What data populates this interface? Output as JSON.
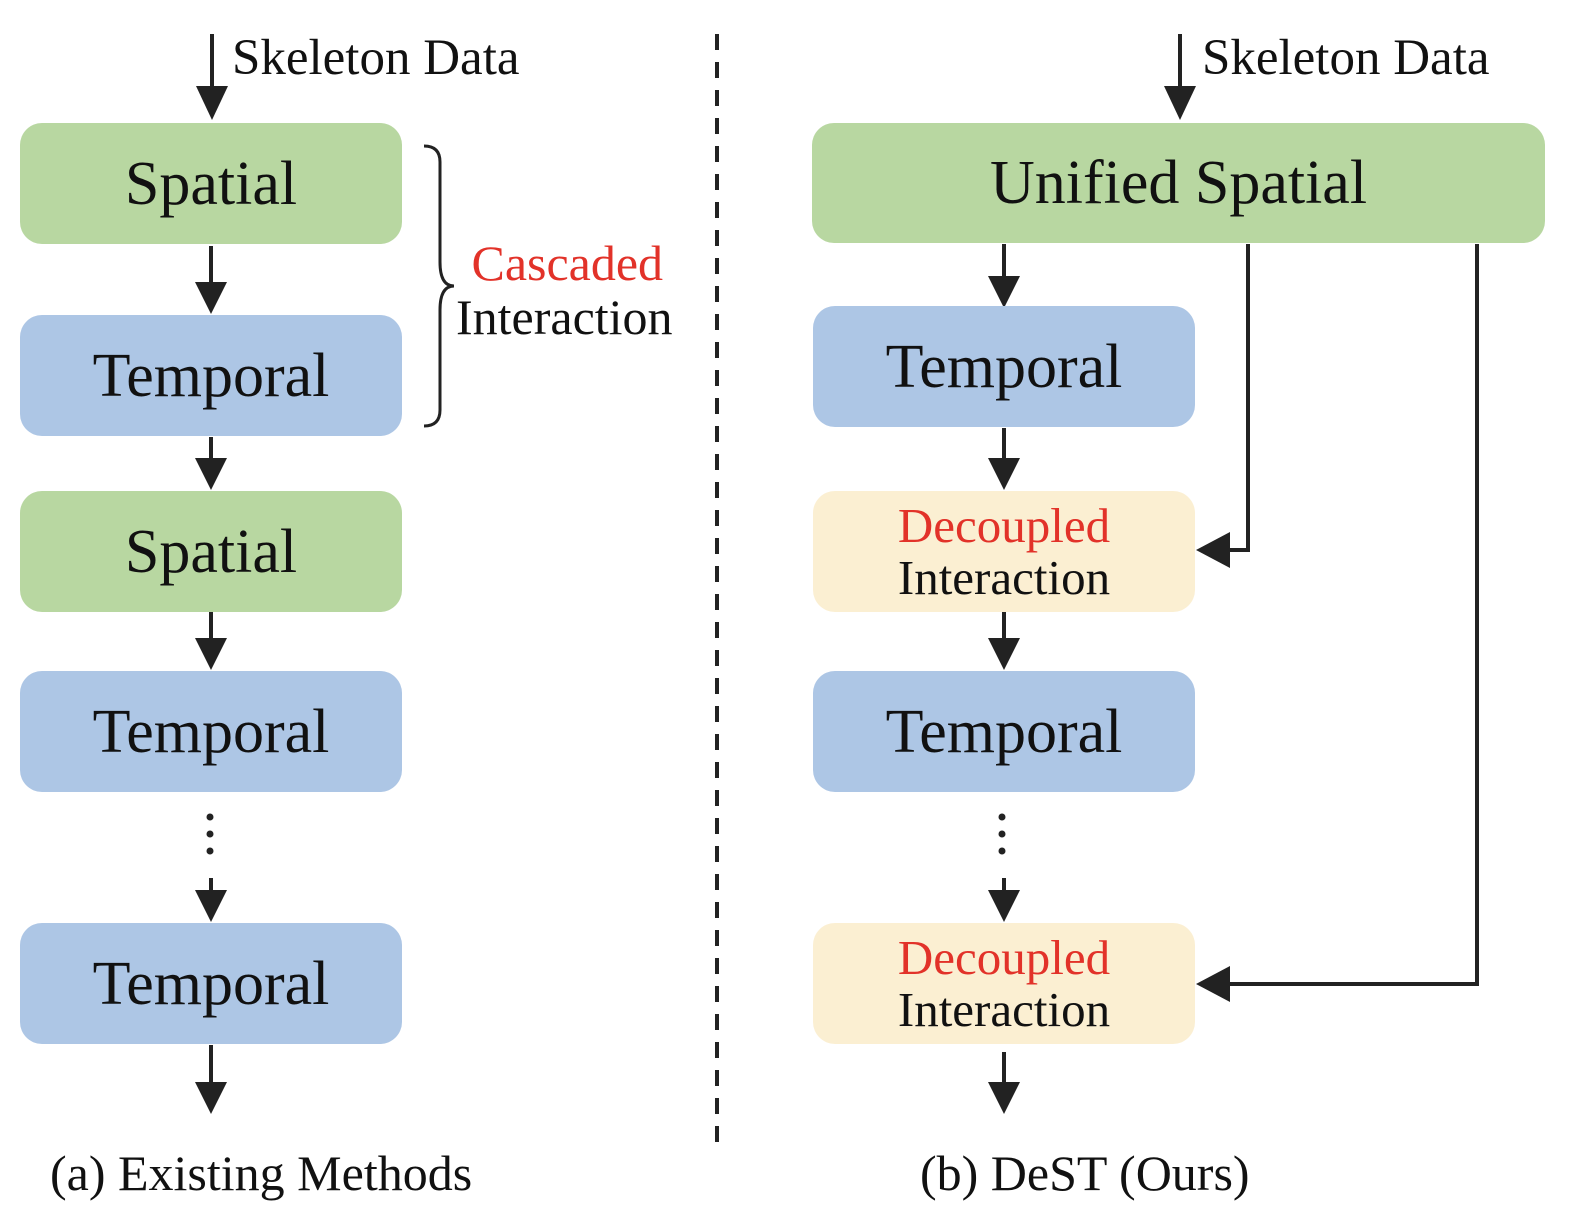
{
  "left": {
    "input_label": "Skeleton Data",
    "blocks": [
      {
        "label": "Spatial",
        "kind": "spatial"
      },
      {
        "label": "Temporal",
        "kind": "temporal"
      },
      {
        "label": "Spatial",
        "kind": "spatial"
      },
      {
        "label": "Temporal",
        "kind": "temporal"
      },
      {
        "label": "Temporal",
        "kind": "temporal"
      }
    ],
    "brace_annotation": {
      "highlight": "Cascaded",
      "text": "Interaction"
    },
    "caption": "(a) Existing Methods"
  },
  "right": {
    "input_label": "Skeleton Data",
    "unified": "Unified Spatial",
    "temporal_1": "Temporal",
    "temporal_2": "Temporal",
    "decoupled_1": {
      "highlight": "Decoupled",
      "text": "Interaction"
    },
    "decoupled_2": {
      "highlight": "Decoupled",
      "text": "Interaction"
    },
    "caption": "(b) DeST (Ours)"
  },
  "colors": {
    "spatial": "#b8d7a1",
    "temporal": "#adc6e5",
    "interaction": "#fbefd2",
    "highlight_text": "#e23229",
    "arrow": "#222222"
  }
}
